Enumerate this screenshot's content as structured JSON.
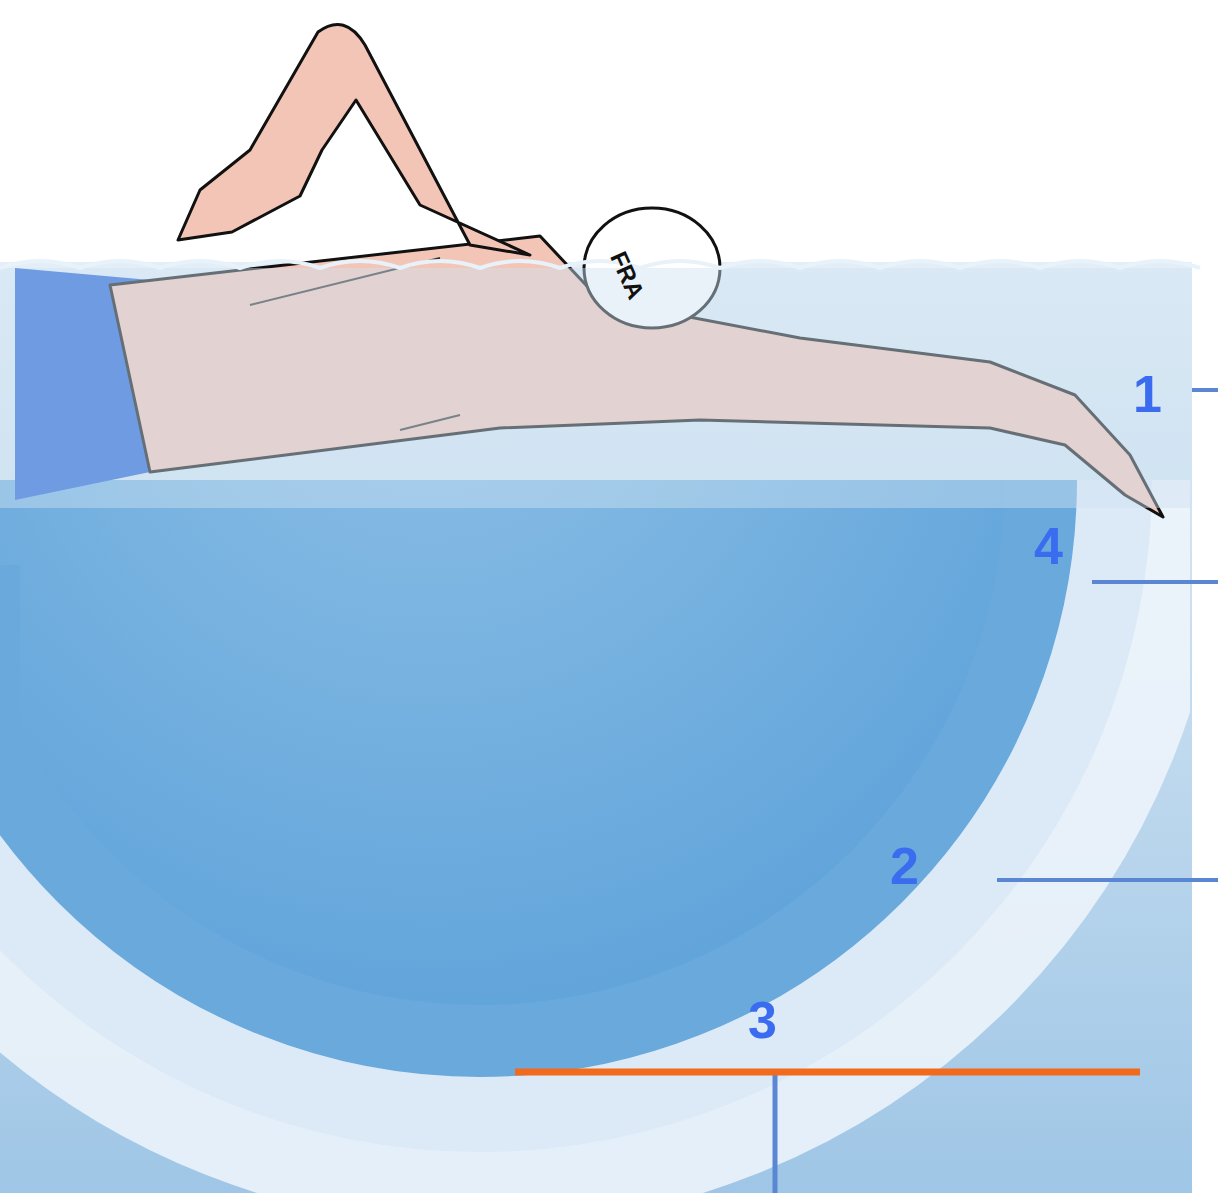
{
  "diagram": {
    "labels": [
      "FRA",
      "1",
      "4",
      "2",
      "3"
    ]
  }
}
